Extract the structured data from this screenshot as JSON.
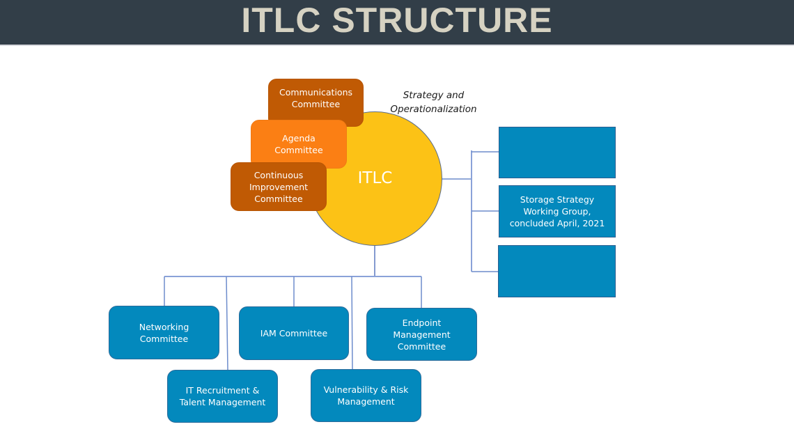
{
  "header": {
    "title": "ITLC STRUCTURE"
  },
  "colors": {
    "header_bg": "#323e48",
    "header_text": "#d6d2c2",
    "hub_fill": "#fcc216",
    "orange_dark": "#c05a04",
    "orange_light": "#fb7f14",
    "committee_blue": "#0389bd",
    "connector": "#6d8ccc"
  },
  "hub": {
    "label": "ITLC",
    "annotation": "Strategy and\nOperationalization"
  },
  "top_committees": [
    {
      "label": "Communications\nCommittee"
    },
    {
      "label": "Agenda\nCommittee"
    },
    {
      "label": "Continuous\nImprovement\nCommittee"
    }
  ],
  "working_groups": [
    {
      "label": ""
    },
    {
      "label": "Storage Strategy\nWorking Group,\nconcluded April, 2021"
    },
    {
      "label": ""
    }
  ],
  "sub_committees": [
    {
      "label": "Networking\nCommittee"
    },
    {
      "label": "IT Recruitment &\nTalent Management"
    },
    {
      "label": "IAM Committee"
    },
    {
      "label": "Vulnerability & Risk\nManagement"
    },
    {
      "label": "Endpoint\nManagement\nCommittee"
    }
  ]
}
